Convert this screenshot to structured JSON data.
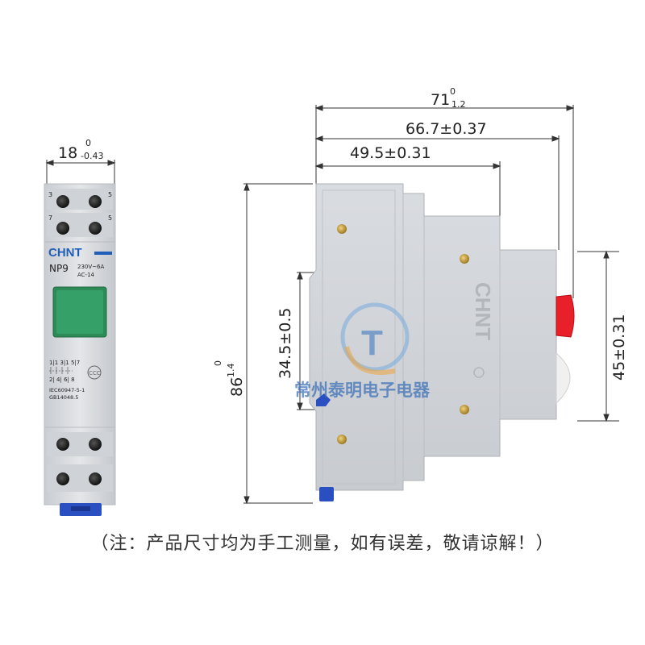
{
  "front_view": {
    "width_dim": {
      "nominal": "18",
      "upper": "0",
      "lower": "-0.43"
    },
    "brand": "CHNT",
    "model": "NP9",
    "rating_line1": "230V~6A",
    "rating_line2": "AC-14",
    "terminal_top": [
      "3",
      "5"
    ],
    "terminal_mid": [
      "7",
      "5"
    ],
    "wiring_top": "1|1 3|1 5|7",
    "wiring_bottom": "2| 4| 6| 8",
    "standard1": "IEC60947-5-1",
    "standard2": "GB14048.5",
    "colors": {
      "button": "#2e8b57",
      "body": "#dfe2e6",
      "clip": "#2a4fc0",
      "brand": "#1f5fb8"
    }
  },
  "side_view": {
    "dim_total_depth": {
      "nominal": "71",
      "upper": "0",
      "lower": "1.2"
    },
    "dim_upper_depth": "66.7±0.37",
    "dim_step_depth": "49.5±0.31",
    "dim_height": {
      "nominal": "86",
      "upper": "0",
      "lower": "-1.4"
    },
    "dim_rail_clip": "34.5±0.5",
    "dim_front_face": "45±0.31",
    "side_brand": "CHNT",
    "colors": {
      "body": "#d3d6da",
      "button": "#e8202a",
      "lamp": "#f2f2f2",
      "clip": "#2a4fc0"
    }
  },
  "watermark": {
    "company": "常州泰明电子电器",
    "logo_letter": "T"
  },
  "footnote": "（注：产品尺寸均为手工测量，如有误差，敬请谅解！）"
}
